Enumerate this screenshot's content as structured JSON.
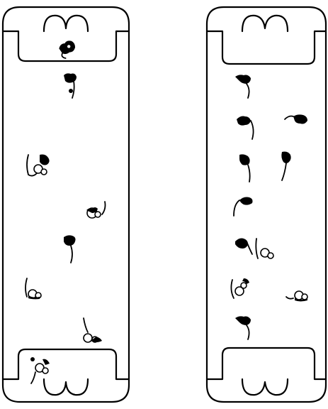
{
  "figure": {
    "panels": [
      {
        "name": "left-court",
        "figures": [
          {
            "kind": "dark",
            "facing": "up"
          },
          {
            "kind": "dark",
            "facing": "down"
          },
          {
            "kind": "light",
            "facing": "left"
          },
          {
            "kind": "light",
            "facing": "right"
          },
          {
            "kind": "dark",
            "facing": "down"
          },
          {
            "kind": "light",
            "facing": "left"
          },
          {
            "kind": "light",
            "facing": "right"
          },
          {
            "kind": "light",
            "facing": "up"
          }
        ]
      },
      {
        "name": "right-court",
        "figures": [
          {
            "kind": "dark",
            "facing": "down"
          },
          {
            "kind": "dark",
            "facing": "down"
          },
          {
            "kind": "dark",
            "facing": "right"
          },
          {
            "kind": "dark",
            "facing": "down"
          },
          {
            "kind": "dark",
            "facing": "down"
          },
          {
            "kind": "dark",
            "facing": "left"
          },
          {
            "kind": "dark",
            "facing": "down"
          },
          {
            "kind": "light",
            "facing": "right"
          },
          {
            "kind": "light",
            "facing": "left"
          },
          {
            "kind": "light",
            "facing": "right"
          },
          {
            "kind": "dark",
            "facing": "down"
          }
        ]
      }
    ],
    "colors": {
      "line": "#000000",
      "background": "#ffffff"
    }
  }
}
